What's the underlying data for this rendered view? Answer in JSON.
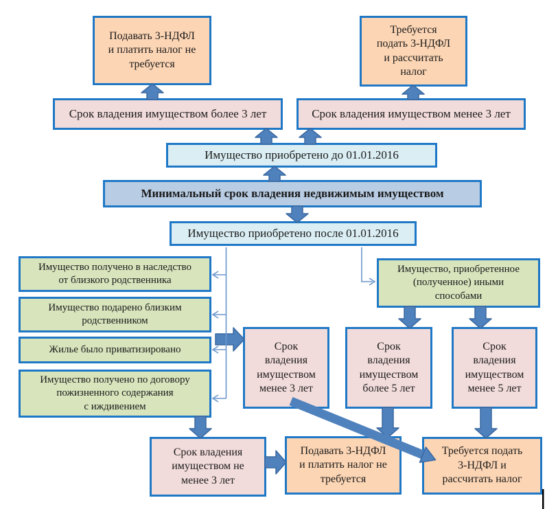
{
  "diagram": {
    "nodes": {
      "result_no_tax_top": "Подавать 3-НДФЛ\nи платить налог не\nтребуется",
      "result_tax_top": "Требуется\nподать 3-НДФЛ\nи рассчитать\nналог",
      "own_more_3": "Срок владения имуществом более 3 лет",
      "own_less_3": "Срок владения имуществом менее 3 лет",
      "acquired_before": "Имущество приобретено до 01.01.2016",
      "title_bar": "Минимальный срок владения недвижимым имуществом",
      "acquired_after": "Имущество приобретено после 01.01.2016",
      "inherited": "Имущество получено в наследство\nот близкого родственника",
      "gifted": "Имущество подарено близким\nродственником",
      "privatized": "Жилье было приватизировано",
      "annuity": "Имущество получено по договору\nпожизненного содержания\nс иждивением",
      "other_ways": "Имущество, приобретенное\n(полученное) иными\nспособами",
      "own_less_3_after": "Срок\nвладения\nимуществом\nменее 3 лет",
      "own_more_5": "Срок\nвладения\nимуществом\nболее 5 лет",
      "own_less_5": "Срок\nвладения\nимуществом\nменее 5 лет",
      "own_not_less_3": "Срок владения\nимуществом не\nменее 3 лет",
      "result_no_tax_bottom": "Подавать 3-НДФЛ\nи платить налог не\nтребуется",
      "result_tax_bottom": "Требуется подать\n3-НДФЛ и\nрассчитать налог"
    },
    "edges": [
      {
        "from": "own_more_3",
        "to": "result_no_tax_top"
      },
      {
        "from": "own_less_3",
        "to": "result_tax_top"
      },
      {
        "from": "acquired_before",
        "to": "own_more_3"
      },
      {
        "from": "acquired_before",
        "to": "own_less_3"
      },
      {
        "from": "title_bar",
        "to": "acquired_before"
      },
      {
        "from": "title_bar",
        "to": "acquired_after"
      },
      {
        "from": "acquired_after",
        "to": "inherited"
      },
      {
        "from": "acquired_after",
        "to": "gifted"
      },
      {
        "from": "acquired_after",
        "to": "privatized"
      },
      {
        "from": "acquired_after",
        "to": "annuity"
      },
      {
        "from": "acquired_after",
        "to": "other_ways"
      },
      {
        "from": "special_cases_group",
        "to": "own_less_3_after"
      },
      {
        "from": "other_ways",
        "to": "own_more_5"
      },
      {
        "from": "other_ways",
        "to": "own_less_5"
      },
      {
        "from": "annuity",
        "to": "own_not_less_3"
      },
      {
        "from": "own_not_less_3",
        "to": "result_no_tax_bottom"
      },
      {
        "from": "own_more_5",
        "to": "result_no_tax_bottom"
      },
      {
        "from": "own_less_3_after",
        "to": "result_tax_bottom"
      },
      {
        "from": "own_less_5",
        "to": "result_tax_bottom"
      }
    ],
    "colors": {
      "box_border": "#1F78C6",
      "arrow_fill": "#4F81BD",
      "arrow_stroke": "#3A68A0",
      "connector": "#6B96CC",
      "fill_orange": "#FCD5B4",
      "fill_pink": "#F2DCDB",
      "fill_lightblue": "#DAEEF3",
      "fill_header": "#B8CCE4",
      "fill_green": "#D7E4BC",
      "text": "#1A1A1A",
      "background": "#FFFFFF"
    }
  }
}
